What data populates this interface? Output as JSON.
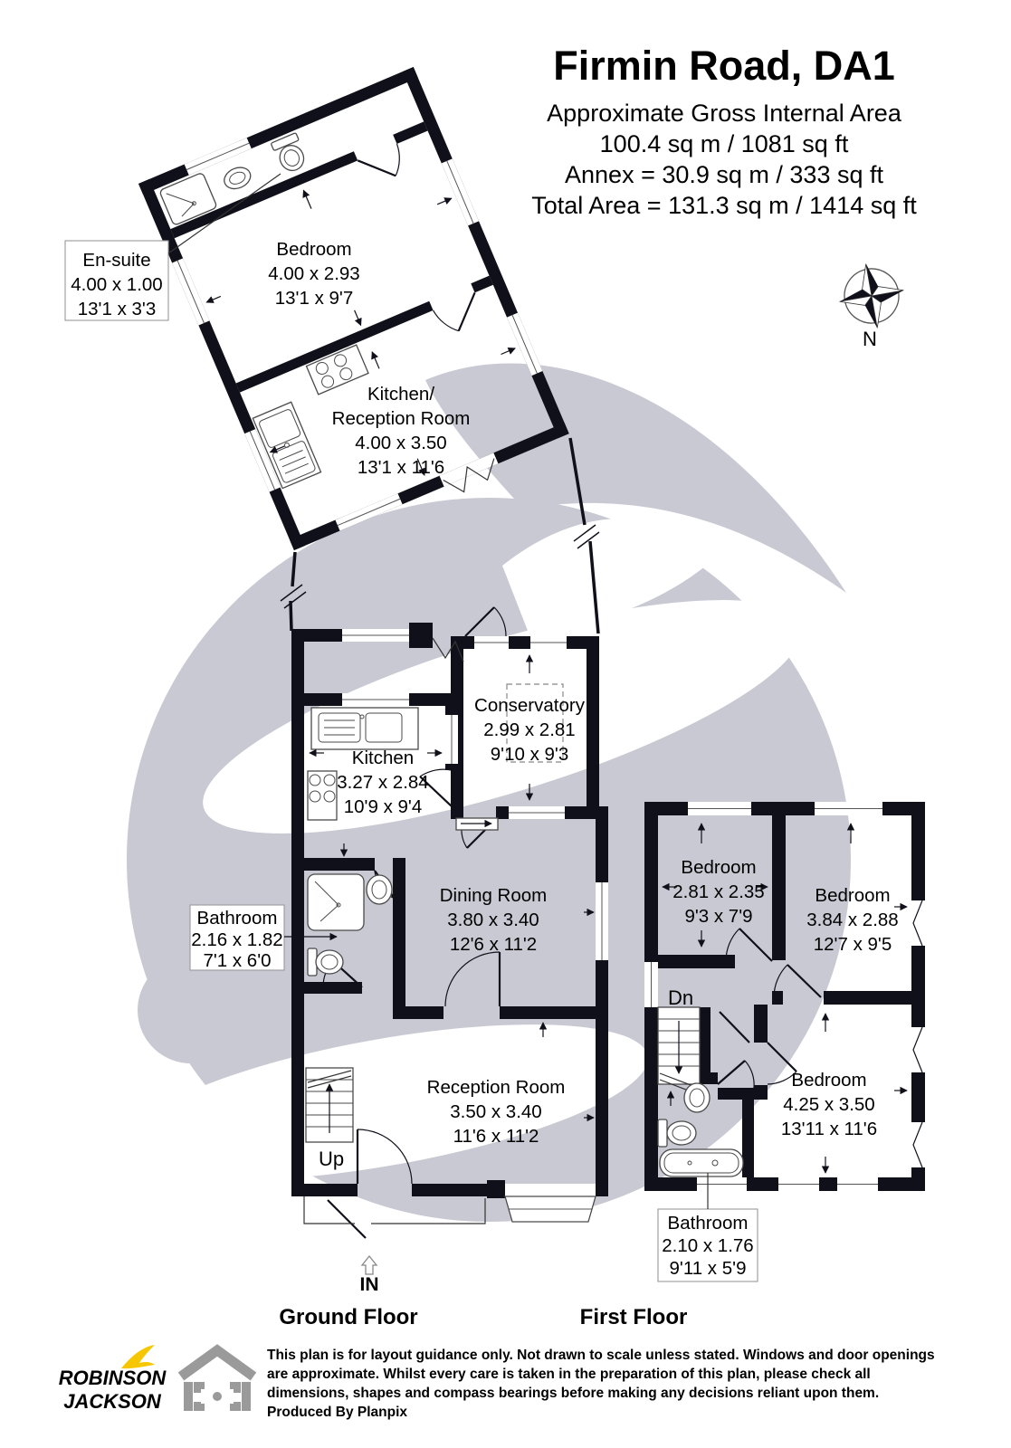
{
  "title": "Firmin Road, DA1",
  "area": {
    "line1": "Approximate Gross Internal Area",
    "line2": "100.4 sq m / 1081 sq ft",
    "line3": "Annex = 30.9 sq m / 333 sq ft",
    "line4": "Total Area = 131.3 sq m / 1414 sq ft"
  },
  "compass": {
    "north_label": "N"
  },
  "annex": {
    "ensuite": {
      "name": "En-suite",
      "metric": "4.00 x 1.00",
      "imperial": "13'1 x 3'3"
    },
    "bedroom": {
      "name": "Bedroom",
      "metric": "4.00 x 2.93",
      "imperial": "13'1 x 9'7"
    },
    "kitchen_reception": {
      "name_line1": "Kitchen/",
      "name_line2": "Reception Room",
      "metric": "4.00 x 3.50",
      "imperial": "13'1 x 11'6"
    }
  },
  "ground_floor": {
    "label": "Ground Floor",
    "conservatory": {
      "name": "Conservatory",
      "metric": "2.99 x 2.81",
      "imperial": "9'10 x 9'3"
    },
    "kitchen": {
      "name": "Kitchen",
      "metric": "3.27 x 2.84",
      "imperial": "10'9 x 9'4"
    },
    "dining_room": {
      "name": "Dining Room",
      "metric": "3.80 x 3.40",
      "imperial": "12'6 x 11'2"
    },
    "bathroom": {
      "name": "Bathroom",
      "metric": "2.16 x 1.82",
      "imperial": "7'1 x 6'0"
    },
    "reception_room": {
      "name": "Reception Room",
      "metric": "3.50 x 3.40",
      "imperial": "11'6 x 11'2"
    },
    "stairs_label": "Up",
    "entrance_label": "IN"
  },
  "first_floor": {
    "label": "First Floor",
    "bedroom_small": {
      "name": "Bedroom",
      "metric": "2.81 x 2.35",
      "imperial": "9'3 x 7'9"
    },
    "bedroom_middle": {
      "name": "Bedroom",
      "metric": "3.84 x 2.88",
      "imperial": "12'7 x 9'5"
    },
    "bedroom_large": {
      "name": "Bedroom",
      "metric": "4.25 x 3.50",
      "imperial": "13'11 x 11'6"
    },
    "bathroom": {
      "name": "Bathroom",
      "metric": "2.10 x 1.76",
      "imperial": "9'11 x 5'9"
    },
    "stairs_label": "Dn"
  },
  "footer": {
    "agency_name_line1": "ROBINSON",
    "agency_name_line2": "JACKSON",
    "disclaimer_line1": "This plan is for layout guidance only. Not drawn to scale unless stated. Windows and door openings",
    "disclaimer_line2": "are approximate. Whilst every care is taken in the preparation of this plan, please check all",
    "disclaimer_line3": "dimensions, shapes and compass bearings before making any decisions reliant upon them.",
    "disclaimer_line4": "Produced By Planpix"
  },
  "colors": {
    "wall": "#10101a",
    "watermark": "#c9c9d4",
    "logo_navy": "#232a5c",
    "logo_yellow": "#f6c700",
    "icon_gray": "#9a9a9a"
  }
}
